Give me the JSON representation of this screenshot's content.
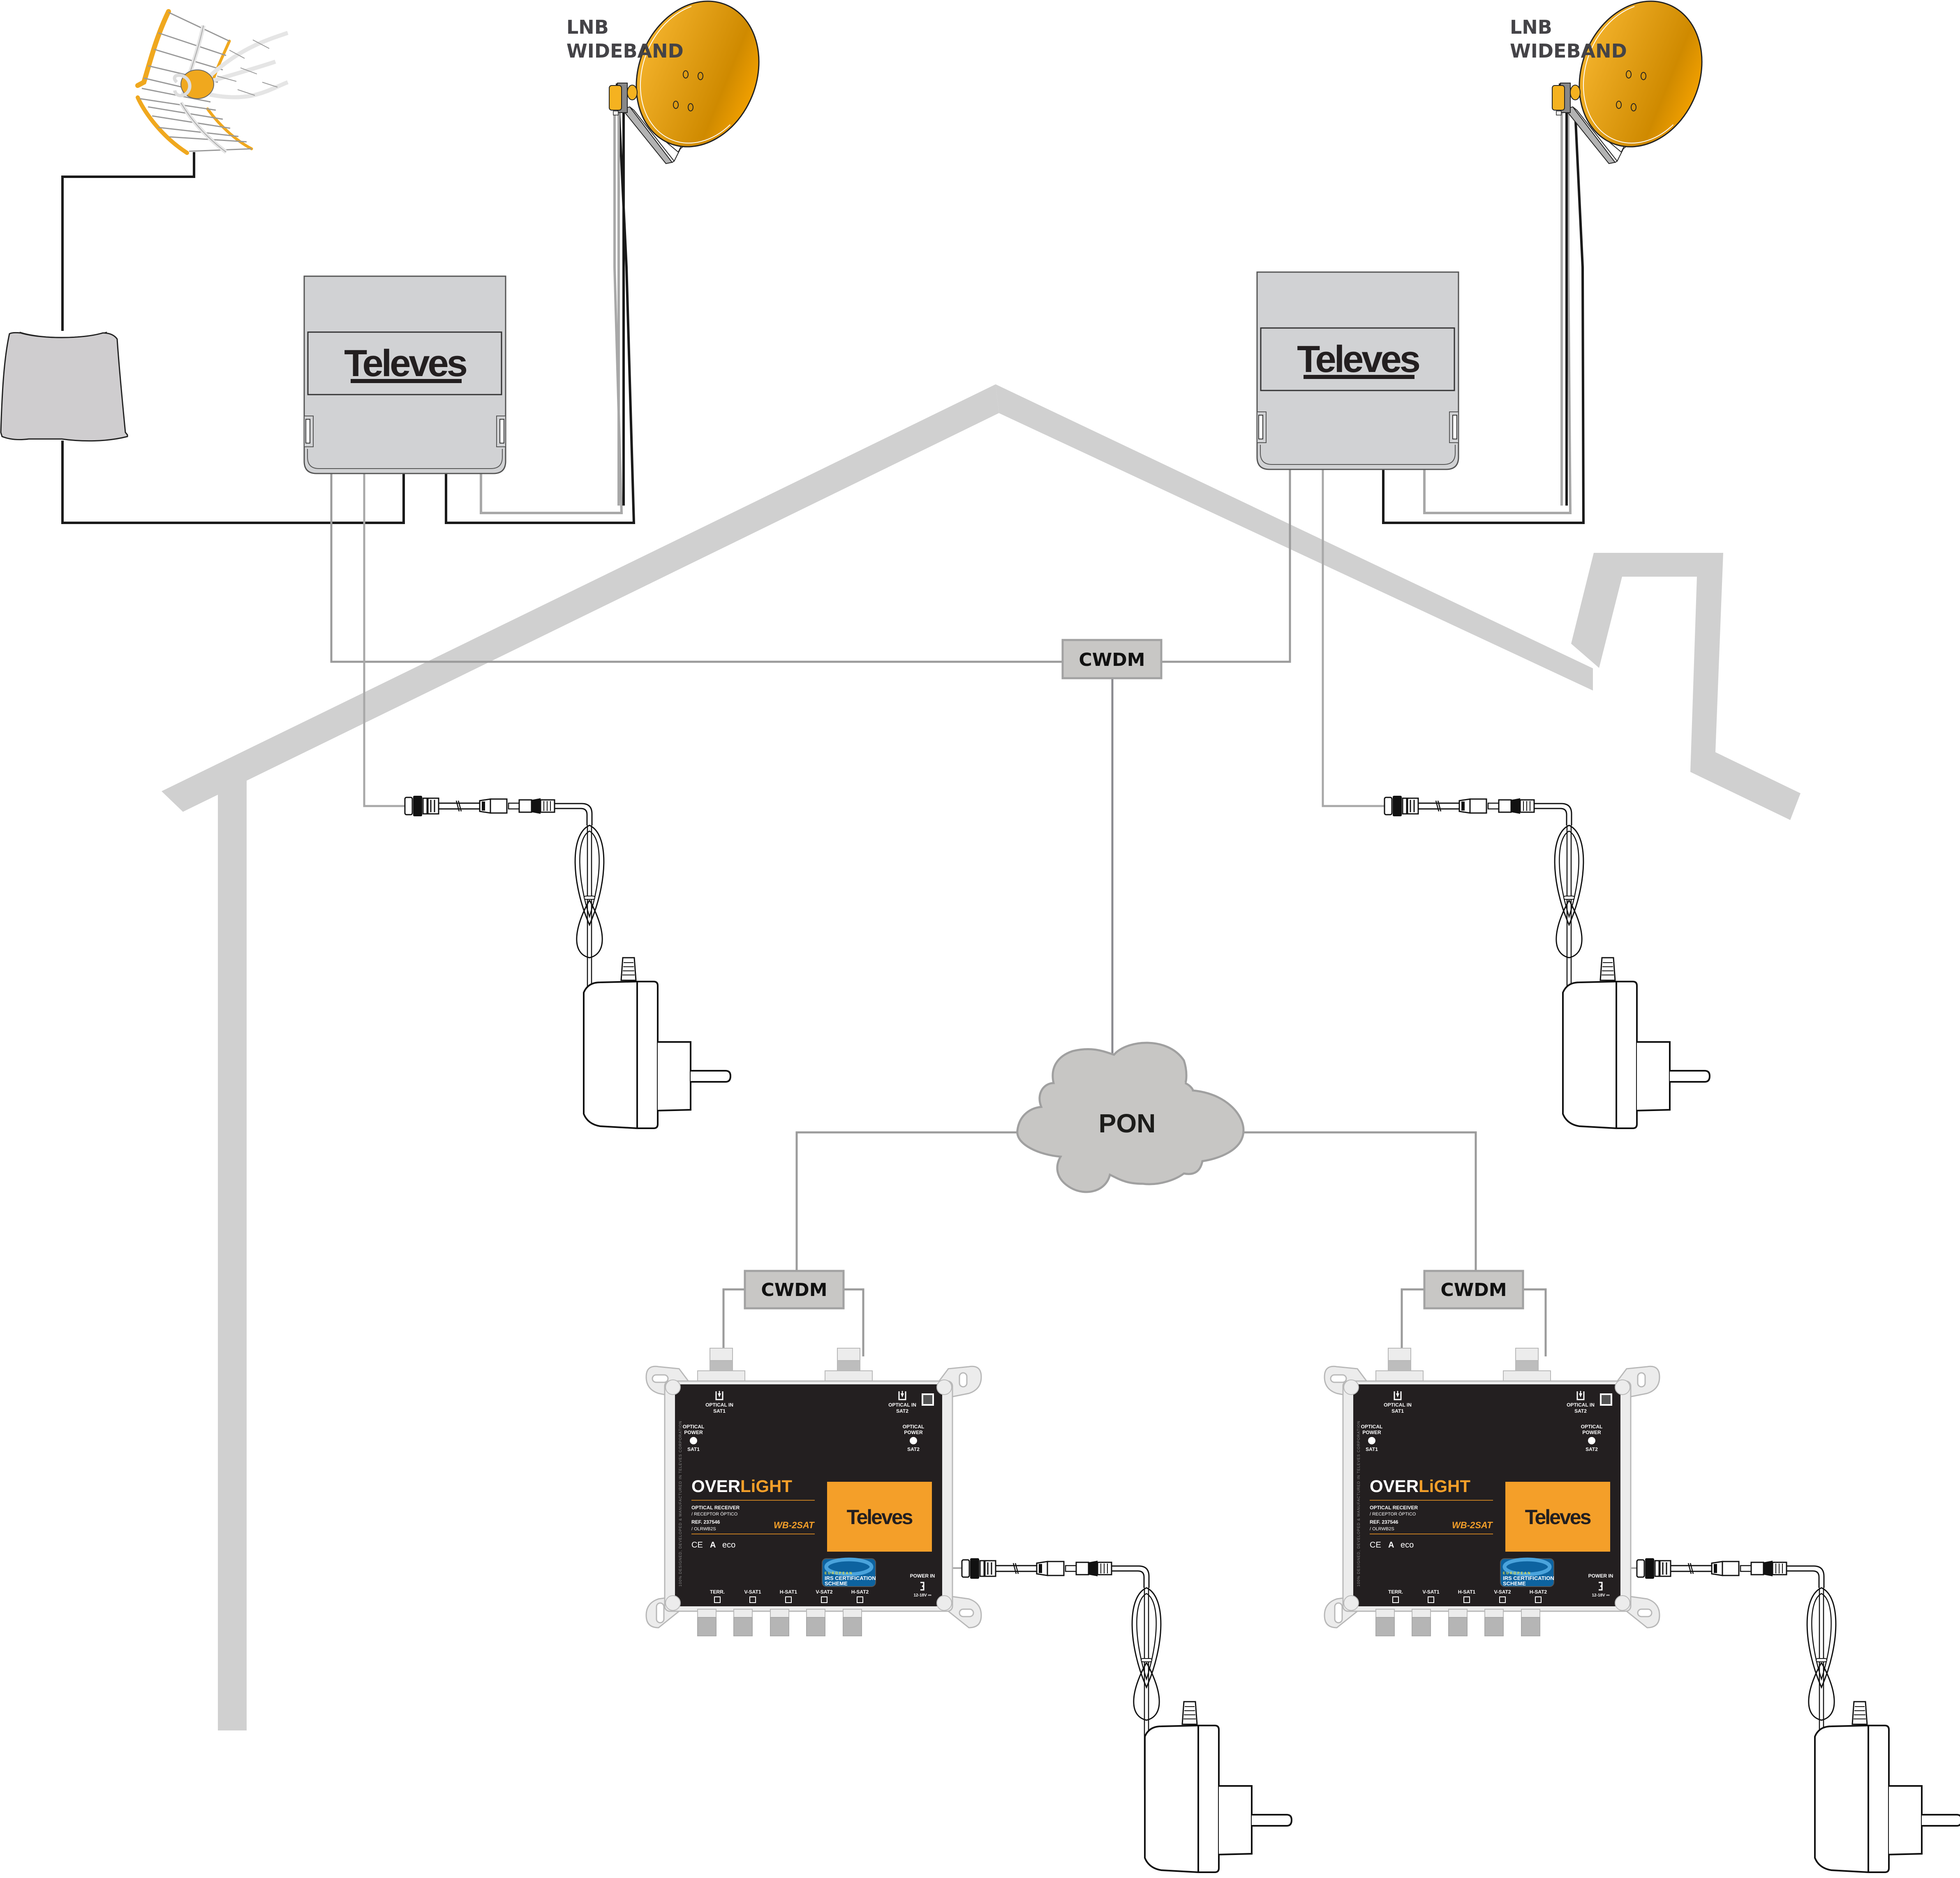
{
  "diagram": {
    "lnb_labels": [
      {
        "line1": "LNB",
        "line2": "WIDEBAND"
      },
      {
        "line1": "LNB",
        "line2": "WIDEBAND"
      }
    ],
    "headend_logo": "Televes",
    "cwdm_label": "CWDM",
    "pon_label": "PON",
    "receivers": [
      {
        "brand_white": "OVER",
        "brand_orange": "LiGHT",
        "product_type": "OPTICAL RECEIVER",
        "product_type_es": "/ RECEPTOR ÓPTICO",
        "ref_label": "REF. 237546",
        "ref_code": "/ OLRWB2S",
        "model": "WB-2SAT",
        "logo": "Televes",
        "optical_in_1": "OPTICAL IN",
        "optical_in_1_sub": "SAT1",
        "optical_in_2": "OPTICAL IN",
        "optical_in_2_sub": "SAT2",
        "optical_power_line1": "OPTICAL",
        "optical_power_line2": "POWER",
        "led_1": "SAT1",
        "led_2": "SAT2",
        "outputs": [
          "TERR.",
          "V-SAT1",
          "H-SAT1",
          "V-SAT2",
          "H-SAT2"
        ],
        "power_in": "POWER IN",
        "voltage": "12-18V ⎓",
        "vertical_text": "100% DESIGNED, DEVELOPED & MANUFACTURED IN TELEVES CORPORATION",
        "irs_top": "EUROPEAN",
        "irs_line1": "IRS CERTIFICATION",
        "irs_line2": "SCHEME",
        "ce_mark": "CE",
        "class_mark": "A",
        "eco_mark": "eco"
      },
      {
        "brand_white": "OVER",
        "brand_orange": "LiGHT",
        "product_type": "OPTICAL RECEIVER",
        "product_type_es": "/ RECEPTOR ÓPTICO",
        "ref_label": "REF. 237546",
        "ref_code": "/ OLRWB2S",
        "model": "WB-2SAT",
        "logo": "Televes",
        "optical_in_1": "OPTICAL IN",
        "optical_in_1_sub": "SAT1",
        "optical_in_2": "OPTICAL IN",
        "optical_in_2_sub": "SAT2",
        "optical_power_line1": "OPTICAL",
        "optical_power_line2": "POWER",
        "led_1": "SAT1",
        "led_2": "SAT2",
        "outputs": [
          "TERR.",
          "V-SAT1",
          "H-SAT1",
          "V-SAT2",
          "H-SAT2"
        ],
        "power_in": "POWER IN",
        "voltage": "12-18V ⎓",
        "vertical_text": "100% DESIGNED, DEVELOPED & MANUFACTURED IN TELEVES CORPORATION",
        "irs_top": "EUROPEAN",
        "irs_line1": "IRS CERTIFICATION",
        "irs_line2": "SCHEME",
        "ce_mark": "CE",
        "class_mark": "A",
        "eco_mark": "eco"
      }
    ],
    "colors": {
      "house": "#d0d0d0",
      "device_grey": "#d1d2d4",
      "cwdm_fill": "#c8c7c5",
      "fiber_line": "#9b9b9b",
      "coax_line": "#1a1a1a",
      "dish_orange": "#f0a81e",
      "receiver_body": "#231f20",
      "accent_orange": "#f49f29",
      "irs_blue": "#0d63a0"
    }
  }
}
